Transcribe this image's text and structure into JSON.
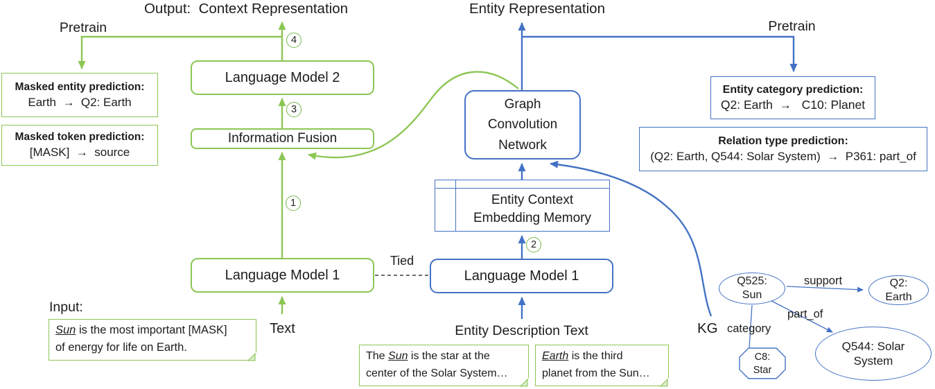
{
  "colors": {
    "green": "#8cc653",
    "blue": "#4472c4"
  },
  "titles": {
    "context_output": "Output:  Context Representation",
    "entity_representation": "Entity Representation",
    "pretrain_left": "Pretrain",
    "pretrain_right": "Pretrain"
  },
  "steps": {
    "s1": "1",
    "s2": "2",
    "s3": "3",
    "s4": "4"
  },
  "green_branch": {
    "language_model_2": "Language Model 2",
    "information_fusion": "Information Fusion",
    "language_model_1": "Language Model 1",
    "masked_entity": {
      "title": "Masked entity prediction:",
      "example": "Earth  →  Q2: Earth"
    },
    "masked_token": {
      "title": "Masked token prediction:",
      "example": "[MASK]  →  source"
    },
    "input_label": "Input:",
    "text_label": "Text",
    "input_note": {
      "line1_pre": "",
      "entity": "Sun",
      "line1_rest": " is the most important [MASK]",
      "line2": "of energy for life on Earth."
    }
  },
  "blue_branch": {
    "gcn_lines": [
      "Graph",
      "Convolution",
      "Network"
    ],
    "memory_lines": [
      "Entity Context",
      "Embedding Memory"
    ],
    "language_model_1": "Language Model 1",
    "entity_category": {
      "title": "Entity category prediction:",
      "example": "Q2: Earth  →   C10: Planet"
    },
    "relation_type": {
      "title": "Relation type prediction:",
      "example": "(Q2: Earth, Q544: Solar System)  →  P361: part_of"
    },
    "entity_description_label": "Entity Description Text",
    "desc_note_sun": {
      "line1_pre": "The ",
      "entity": "Sun",
      "line1_rest": " is the star at the",
      "line2": "center of the Solar System…"
    },
    "desc_note_earth": {
      "line1_pre": "",
      "entity": "Earth",
      "line1_rest": " is the third",
      "line2": "planet from the Sun…"
    }
  },
  "tied_label": "Tied",
  "kg": {
    "label": "KG",
    "nodes": {
      "sun": {
        "line1": "Q525:",
        "line2": "Sun"
      },
      "earth": {
        "line1": "Q2:",
        "line2": "Earth"
      },
      "solar_system": {
        "line1": "Q544: Solar",
        "line2": "System"
      },
      "star": {
        "line1": "C8:",
        "line2": "Star"
      }
    },
    "edges": {
      "support": "support",
      "part_of": "part_of",
      "category": "category"
    }
  }
}
